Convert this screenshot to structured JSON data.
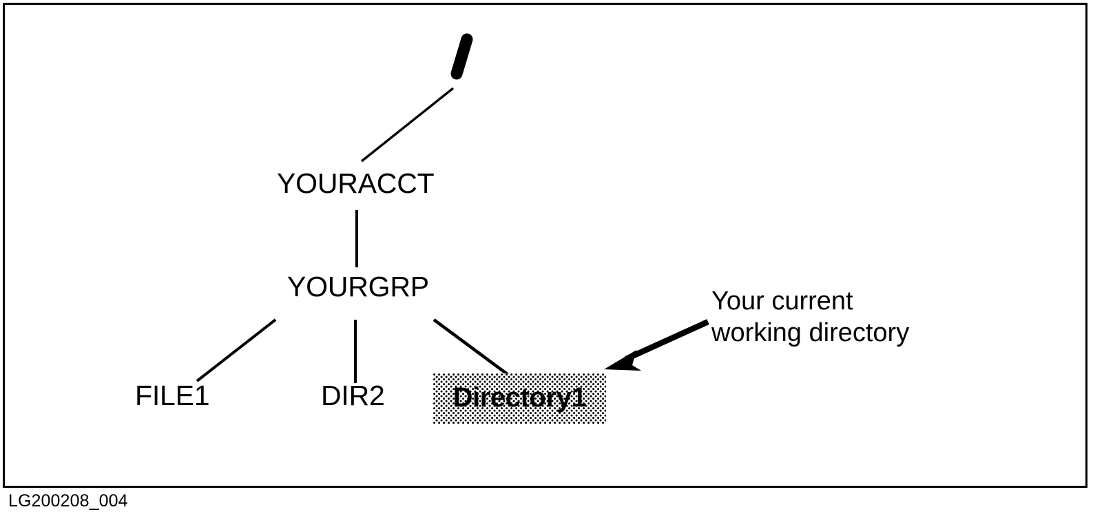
{
  "figure": {
    "caption": "LG200208_004",
    "root_symbol": "/",
    "border_color": "#000000",
    "background_color": "#ffffff",
    "ink_color": "#000000"
  },
  "tree": {
    "root": {
      "label": "/",
      "name": "root-directory"
    },
    "nodes": [
      {
        "id": "youracct",
        "label": "YOURACCT",
        "level": 1,
        "type": "directory",
        "highlighted": false
      },
      {
        "id": "yourgrp",
        "label": "YOURGRP",
        "level": 2,
        "type": "directory",
        "highlighted": false
      },
      {
        "id": "file1",
        "label": "FILE1",
        "level": 3,
        "type": "file",
        "highlighted": false
      },
      {
        "id": "dir2",
        "label": "DIR2",
        "level": 3,
        "type": "directory",
        "highlighted": false
      },
      {
        "id": "directory1",
        "label": "Directory1",
        "level": 3,
        "type": "directory",
        "highlighted": true
      }
    ],
    "edges": [
      {
        "from": "root",
        "to": "youracct"
      },
      {
        "from": "youracct",
        "to": "yourgrp"
      },
      {
        "from": "yourgrp",
        "to": "file1"
      },
      {
        "from": "yourgrp",
        "to": "dir2"
      },
      {
        "from": "yourgrp",
        "to": "directory1"
      }
    ]
  },
  "annotation": {
    "target_node": "directory1",
    "line1": "Your current",
    "line2": "working directory",
    "arrow": "arrow-pointing-down-left"
  }
}
